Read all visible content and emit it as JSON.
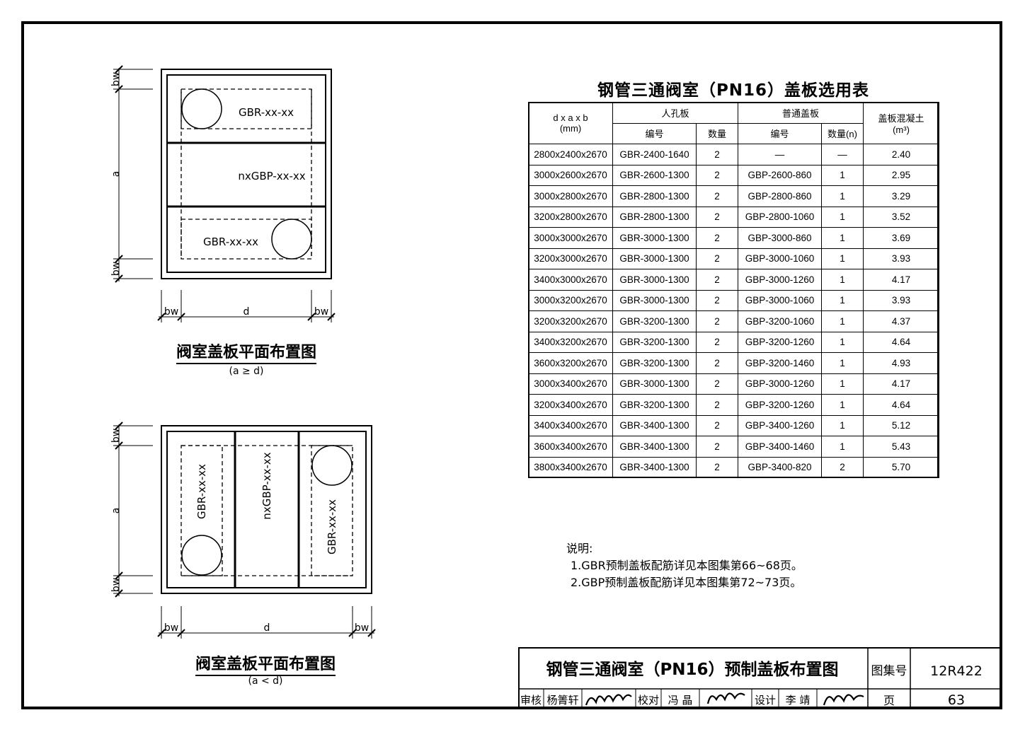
{
  "table": {
    "title": "钢管三通阀室（PN16）盖板选用表",
    "header": {
      "dim_line1": "d x a x b",
      "dim_line2": "(mm)",
      "manhole": "人孔板",
      "ordinary": "普通盖板",
      "concrete_line1": "盖板混凝土",
      "concrete_line2": "(m³)",
      "code": "编号",
      "qty": "数量",
      "code2": "编号",
      "qty_n": "数量(n)"
    },
    "rows": [
      [
        "2800x2400x2670",
        "GBR-2400-1640",
        "2",
        "—",
        "—",
        "2.40"
      ],
      [
        "3000x2600x2670",
        "GBR-2600-1300",
        "2",
        "GBP-2600-860",
        "1",
        "2.95"
      ],
      [
        "3000x2800x2670",
        "GBR-2800-1300",
        "2",
        "GBP-2800-860",
        "1",
        "3.29"
      ],
      [
        "3200x2800x2670",
        "GBR-2800-1300",
        "2",
        "GBP-2800-1060",
        "1",
        "3.52"
      ],
      [
        "3000x3000x2670",
        "GBR-3000-1300",
        "2",
        "GBP-3000-860",
        "1",
        "3.69"
      ],
      [
        "3200x3000x2670",
        "GBR-3000-1300",
        "2",
        "GBP-3000-1060",
        "1",
        "3.93"
      ],
      [
        "3400x3000x2670",
        "GBR-3000-1300",
        "2",
        "GBP-3000-1260",
        "1",
        "4.17"
      ],
      [
        "3000x3200x2670",
        "GBR-3000-1300",
        "2",
        "GBP-3000-1060",
        "1",
        "3.93"
      ],
      [
        "3200x3200x2670",
        "GBR-3200-1300",
        "2",
        "GBP-3200-1060",
        "1",
        "4.37"
      ],
      [
        "3400x3200x2670",
        "GBR-3200-1300",
        "2",
        "GBP-3200-1260",
        "1",
        "4.64"
      ],
      [
        "3600x3200x2670",
        "GBR-3200-1300",
        "2",
        "GBP-3200-1460",
        "1",
        "4.93"
      ],
      [
        "3000x3400x2670",
        "GBR-3000-1300",
        "2",
        "GBP-3000-1260",
        "1",
        "4.17"
      ],
      [
        "3200x3400x2670",
        "GBR-3200-1300",
        "2",
        "GBP-3200-1260",
        "1",
        "4.64"
      ],
      [
        "3400x3400x2670",
        "GBR-3400-1300",
        "2",
        "GBP-3400-1260",
        "1",
        "5.12"
      ],
      [
        "3600x3400x2670",
        "GBR-3400-1300",
        "2",
        "GBP-3400-1460",
        "1",
        "5.43"
      ],
      [
        "3800x3400x2670",
        "GBR-3400-1300",
        "2",
        "GBP-3400-820",
        "2",
        "5.70"
      ]
    ]
  },
  "notes": {
    "heading": "说明:",
    "items": [
      "1.GBR预制盖板配筋详见本图集第66~68页。",
      "2.GBP预制盖板配筋详见本图集第72~73页。"
    ]
  },
  "plan_top": {
    "caption": "阀室盖板平面布置图",
    "subcaption": "(a ≥ d)",
    "label_gbr": "GBR-xx-xx",
    "label_gbp": "nxGBP-xx-xx",
    "dim_bw": "bw",
    "dim_a": "a",
    "dim_d": "d"
  },
  "plan_bottom": {
    "caption": "阀室盖板平面布置图",
    "subcaption": "(a < d)",
    "label_gbr": "GBR-xx-xx",
    "label_gbp": "nxGBP-xx-xx",
    "dim_bw": "bw",
    "dim_a": "a",
    "dim_d": "d"
  },
  "title_block": {
    "drawing_title": "钢管三通阀室（PN16）预制盖板布置图",
    "atlas_label": "图集号",
    "atlas_no": "12R422",
    "review_label": "审核",
    "reviewer": "杨箐轩",
    "check_label": "校对",
    "checker": "冯 晶",
    "design_label": "设计",
    "designer": "李 靖",
    "page_label": "页",
    "page_no": "63"
  }
}
